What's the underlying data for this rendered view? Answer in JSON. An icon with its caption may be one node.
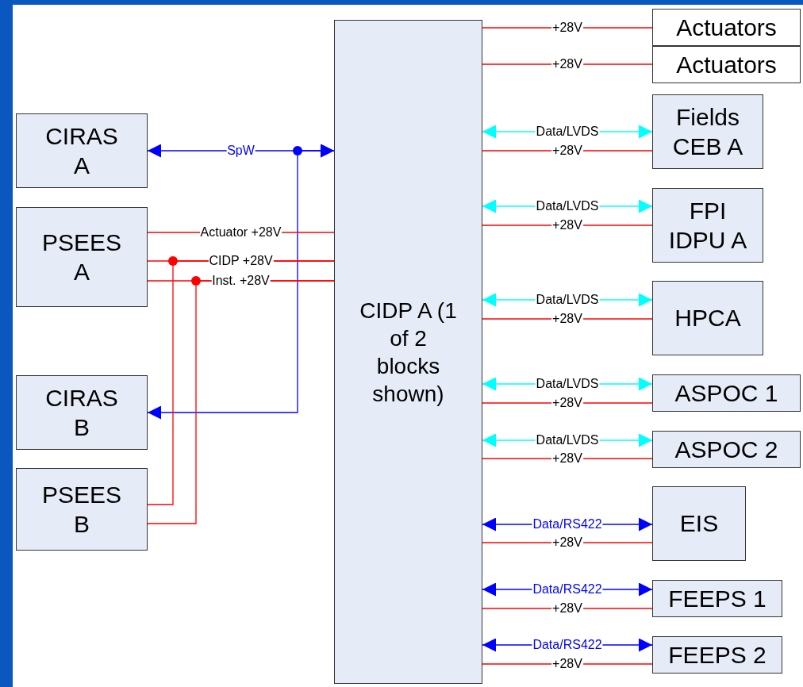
{
  "diagram": {
    "nodes": [
      {
        "text": [
          "CIRAS A"
        ]
      },
      {
        "text": [
          "PSEES A"
        ]
      },
      {
        "text": [
          "CIRAS B"
        ]
      },
      {
        "text": [
          "PSEES B"
        ]
      },
      {
        "text": [
          "CIDP A (1 of 2 blocks shown)"
        ]
      },
      {
        "text": [
          "Actuators"
        ]
      },
      {
        "text": [
          "Actuators"
        ]
      },
      {
        "text": [
          "Fields CEB A"
        ]
      },
      {
        "text": [
          "FPI IDPU A"
        ]
      },
      {
        "text": [
          "HPCA"
        ]
      },
      {
        "text": [
          "ASPOC 1"
        ]
      },
      {
        "text": [
          "ASPOC 2"
        ]
      },
      {
        "text": [
          "EIS"
        ]
      },
      {
        "text": [
          "FEEPS 1"
        ]
      },
      {
        "text": [
          "FEEPS 2"
        ]
      }
    ],
    "edges": [
      {
        "from": 0,
        "to": 4,
        "arrow": "both",
        "label": "SpW",
        "color": "#0000ff"
      },
      {
        "from": 2,
        "to": 4,
        "arrow": "both",
        "color": "#0000ff"
      },
      {
        "from": 1,
        "to": 4,
        "arrow": "none",
        "label": "Actuator +28V"
      },
      {
        "from": 1,
        "to": 4,
        "arrow": "none",
        "label": "CIDP +28V"
      },
      {
        "from": 1,
        "to": 4,
        "arrow": "none",
        "label": "Inst. +28V"
      },
      {
        "from": 3,
        "to": 4,
        "arrow": "none"
      },
      {
        "from": 3,
        "to": 4,
        "arrow": "none"
      },
      {
        "from": 4,
        "to": 5,
        "arrow": "none",
        "label": "+28V"
      },
      {
        "from": 4,
        "to": 6,
        "arrow": "none",
        "label": "+28V"
      },
      {
        "from": 4,
        "to": 7,
        "arrow": "both",
        "label": "Data/LVDS",
        "color": "#00ffff"
      },
      {
        "from": 4,
        "to": 7,
        "arrow": "none",
        "label": "+28V"
      },
      {
        "from": 4,
        "to": 8,
        "arrow": "both",
        "label": "Data/LVDS",
        "color": "#00ffff"
      },
      {
        "from": 4,
        "to": 8,
        "arrow": "none",
        "label": "+28V"
      },
      {
        "from": 4,
        "to": 9,
        "arrow": "both",
        "label": "Data/LVDS",
        "color": "#00ffff"
      },
      {
        "from": 4,
        "to": 9,
        "arrow": "none",
        "label": "+28V"
      },
      {
        "from": 4,
        "to": 10,
        "arrow": "both",
        "label": "Data/LVDS",
        "color": "#00ffff"
      },
      {
        "from": 4,
        "to": 10,
        "arrow": "none",
        "label": "+28V"
      },
      {
        "from": 4,
        "to": 11,
        "arrow": "both",
        "label": "Data/LVDS",
        "color": "#00ffff"
      },
      {
        "from": 4,
        "to": 11,
        "arrow": "none",
        "label": "+28V"
      },
      {
        "from": 4,
        "to": 12,
        "arrow": "both",
        "label": "Data/RS422",
        "color": "#0000ff"
      },
      {
        "from": 4,
        "to": 12,
        "arrow": "none",
        "label": "+28V"
      },
      {
        "from": 4,
        "to": 13,
        "arrow": "both",
        "label": "Data/RS422",
        "color": "#0000ff"
      },
      {
        "from": 4,
        "to": 13,
        "arrow": "none",
        "label": "+28V"
      },
      {
        "from": 4,
        "to": 14,
        "arrow": "both",
        "label": "Data/RS422",
        "color": "#0000ff"
      },
      {
        "from": 4,
        "to": 14,
        "arrow": "none",
        "label": "+28V"
      }
    ]
  }
}
